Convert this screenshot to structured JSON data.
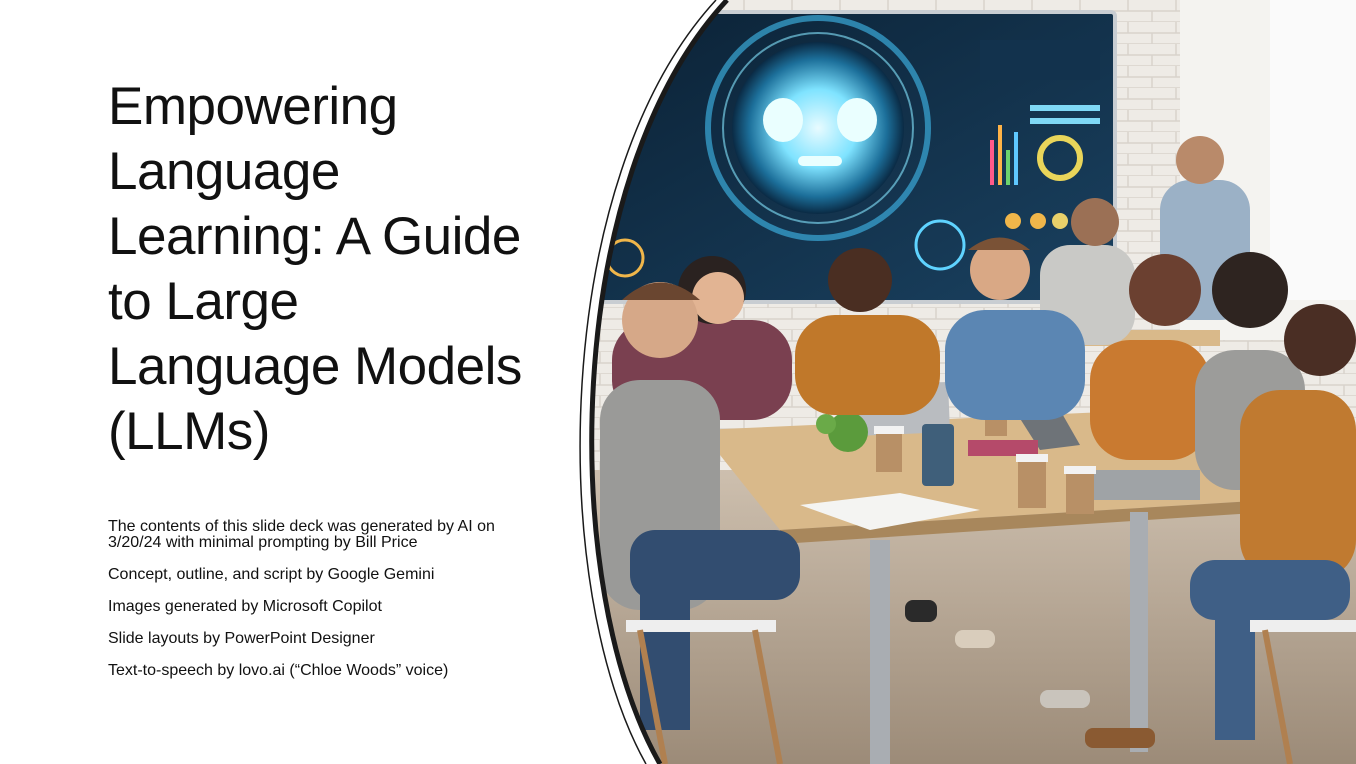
{
  "slide": {
    "title": "Empowering Language Learning: A Guide to Large Language Models (LLMs)",
    "credits": [
      "The contents of this slide deck was generated by AI on 3/20/24 with minimal prompting by Bill Price",
      "Concept, outline, and script by Google Gemini",
      "Images generated by Microsoft Copilot",
      "Slide layouts by PowerPoint Designer",
      "Text-to-speech by lovo.ai (“Chloe Woods” voice)"
    ]
  },
  "colors": {
    "background": "#ffffff",
    "text": "#111111",
    "screen_glow": "#7fe3ff",
    "wall": "#ece9e4",
    "table": "#d9b98a"
  }
}
